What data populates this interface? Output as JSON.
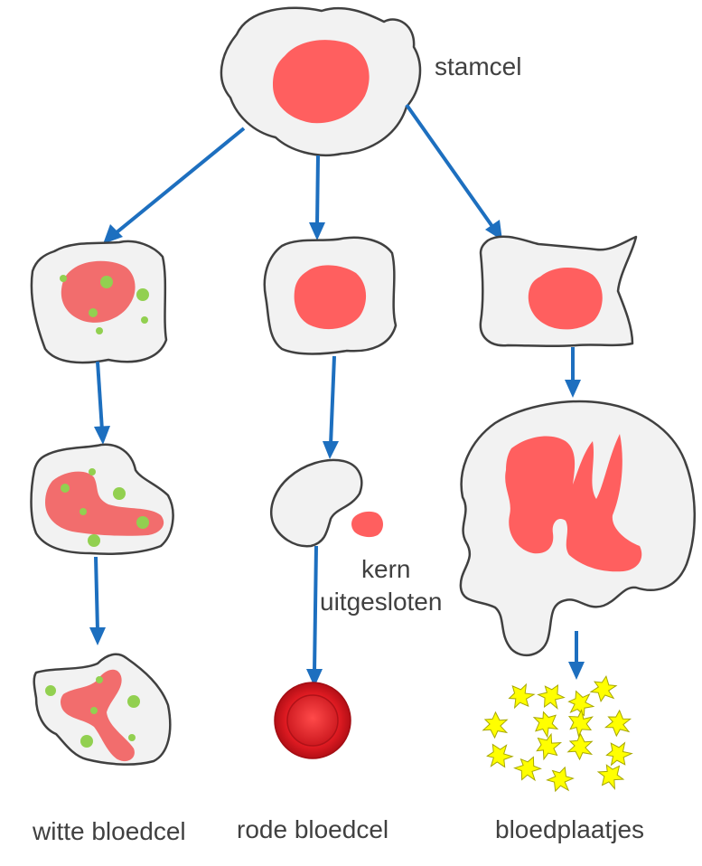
{
  "labels": {
    "stem_cell": "stamcel",
    "nucleus_line1": "kern",
    "nucleus_line2": "uitgesloten",
    "white_blood_cell": "witte bloedcel",
    "red_blood_cell": "rode bloedcel",
    "platelets": "bloedplaatjes"
  },
  "colors": {
    "cell_fill": "#f2f2f2",
    "cell_outline": "#404040",
    "nucleus": "#ff5f5f",
    "granule": "#92d050",
    "arrow": "#1d6fbf",
    "red_blood_cell": "#e8202a",
    "platelet": "#ffff00",
    "text": "#404040"
  }
}
